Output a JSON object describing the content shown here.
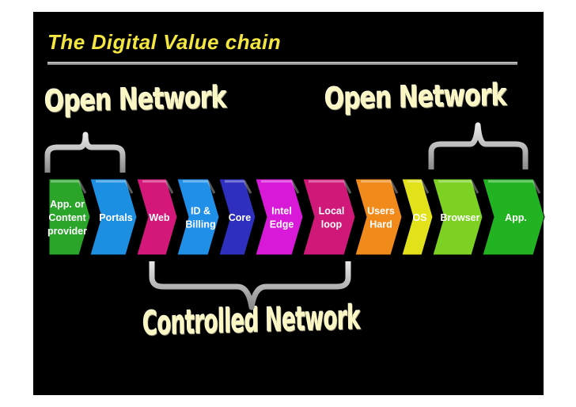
{
  "title": "The Digital Value chain",
  "labels": {
    "open_left": "Open Network",
    "open_right": "Open Network",
    "controlled": "Controlled Network"
  },
  "segments": [
    {
      "lines": [
        "App. or",
        "Content",
        "provider"
      ],
      "color": "#2aa52a"
    },
    {
      "lines": [
        "Portals"
      ],
      "color": "#1d8fe0"
    },
    {
      "lines": [
        "Web"
      ],
      "color": "#d4187a"
    },
    {
      "lines": [
        "ID &",
        "Billing"
      ],
      "color": "#1f8fe8"
    },
    {
      "lines": [
        "Core"
      ],
      "color": "#2f2fbf"
    },
    {
      "lines": [
        "Intel",
        "Edge"
      ],
      "color": "#d81ad8"
    },
    {
      "lines": [
        "Local",
        "loop"
      ],
      "color": "#d01878"
    },
    {
      "lines": [
        "Users",
        "Hard"
      ],
      "color": "#f08a1a"
    },
    {
      "lines": [
        "OS"
      ],
      "color": "#e2e21a"
    },
    {
      "lines": [
        "Browser"
      ],
      "color": "#7cd122"
    },
    {
      "lines": [
        "App."
      ],
      "color": "#22b322"
    }
  ]
}
